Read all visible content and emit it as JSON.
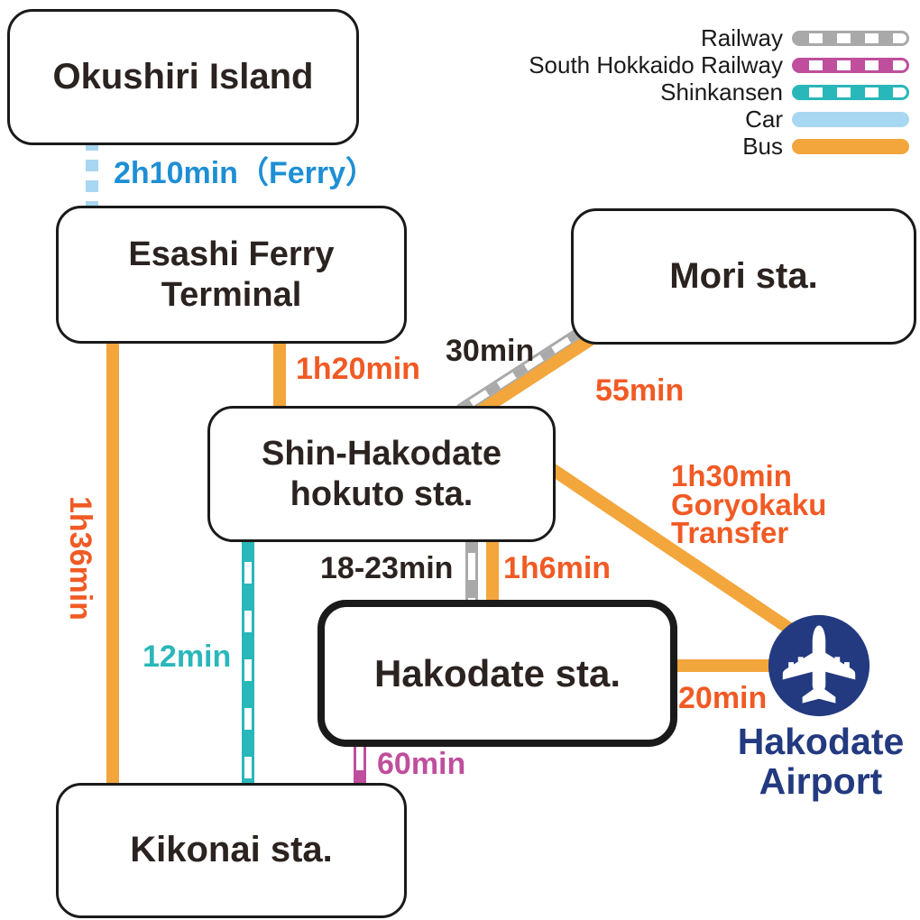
{
  "legend": {
    "items": [
      {
        "label": "Railway",
        "mode": "railway",
        "color": "#aaa9a9"
      },
      {
        "label": "South Hokkaido Railway",
        "mode": "south-hokkaido-railway",
        "color": "#bf4f9d"
      },
      {
        "label": "Shinkansen",
        "mode": "shinkansen",
        "color": "#2ab7ba"
      },
      {
        "label": "Car",
        "mode": "car",
        "color": "#a8d7f2"
      },
      {
        "label": "Bus",
        "mode": "bus",
        "color": "#f2a63c"
      }
    ]
  },
  "stations": {
    "okushiri": {
      "label": "Okushiri Island"
    },
    "esashi": {
      "label": "Esashi Ferry\nTerminal"
    },
    "mori": {
      "label": "Mori sta."
    },
    "shin_hakodate": {
      "label": "Shin-Hakodate\nhokuto sta."
    },
    "hakodate": {
      "label": "Hakodate sta."
    },
    "kikonai": {
      "label": "Kikonai sta."
    }
  },
  "airport": {
    "label": "Hakodate\nAirport"
  },
  "routes": {
    "okushiri_esashi": {
      "duration": "2h10min（Ferry）",
      "mode": "car-ferry"
    },
    "esashi_shin_hakodate": {
      "duration": "1h20min",
      "mode": "bus"
    },
    "esashi_kikonai": {
      "duration": "1h36min",
      "mode": "bus"
    },
    "mori_shin_hakodate_rail": {
      "duration": "30min",
      "mode": "railway"
    },
    "mori_shin_hakodate_bus": {
      "duration": "55min",
      "mode": "bus"
    },
    "shin_hakodate_hakodate_rail": {
      "duration": "18-23min",
      "mode": "railway"
    },
    "shin_hakodate_hakodate_bus": {
      "duration": "1h6min",
      "mode": "bus"
    },
    "shin_hakodate_kikonai": {
      "duration": "12min",
      "mode": "shinkansen"
    },
    "hakodate_kikonai": {
      "duration": "60min",
      "mode": "south-hokkaido-railway"
    },
    "hakodate_airport": {
      "duration": "20min",
      "mode": "bus"
    },
    "shin_hakodate_airport": {
      "duration": "1h30min\nGoryokaku\nTransfer",
      "mode": "bus"
    }
  },
  "colors": {
    "bus": "#f2a63c",
    "railway": "#aaa9a9",
    "south_hokkaido_railway": "#bf4f9d",
    "shinkansen": "#2ab7ba",
    "car": "#a8d7f2",
    "ferry_label_text": "#1e8fd4",
    "time_label_text": "#f15a24",
    "airport_navy": "#233a80",
    "station_text": "#2b2320"
  }
}
